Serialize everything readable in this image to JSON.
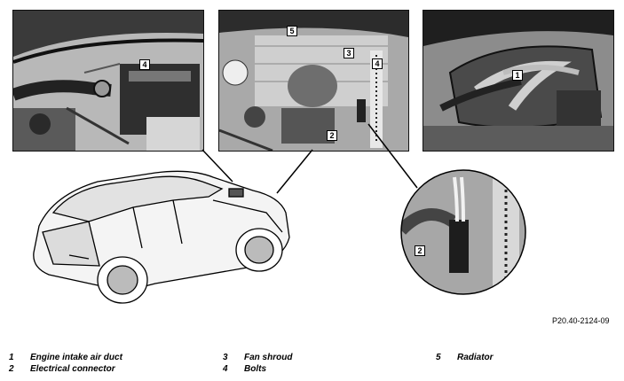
{
  "callouts": {
    "left_4": "4",
    "mid_5": "5",
    "mid_3": "3",
    "mid_4": "4",
    "mid_2": "2",
    "right_1": "1",
    "detail_2": "2"
  },
  "figure_code": "P20.40-2124-09",
  "legend": [
    {
      "num": "1",
      "label": "Engine intake air duct"
    },
    {
      "num": "2",
      "label": "Electrical connector"
    },
    {
      "num": "3",
      "label": "Fan shroud"
    },
    {
      "num": "4",
      "label": "Bolts"
    },
    {
      "num": "5",
      "label": "Radiator"
    }
  ]
}
